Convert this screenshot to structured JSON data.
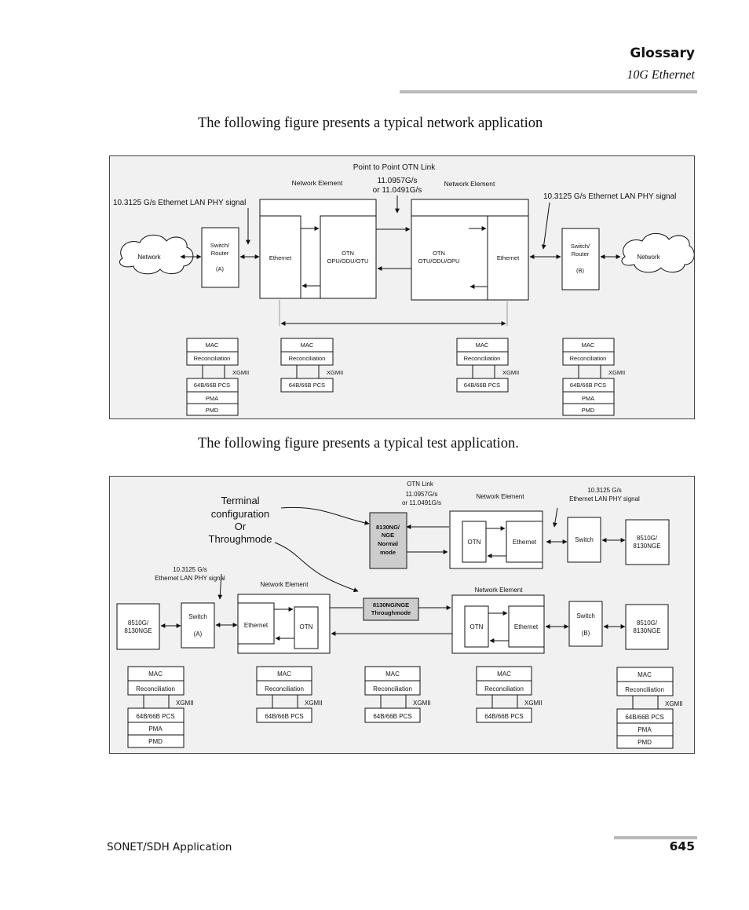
{
  "header": {
    "title": "Glossary",
    "subtitle": "10G Ethernet"
  },
  "captions": {
    "network": "The following figure presents a typical network application",
    "test": "The following figure presents a typical test application."
  },
  "fig1": {
    "title": "Point to Point OTN Link",
    "rate_line1": "11.0957G/s",
    "rate_line2": "or 11.0491G/s",
    "ne_left": "Network Element",
    "ne_right": "Network Element",
    "lan_left": "10.3125 G/s Ethernet LAN PHY signal",
    "lan_right": "10.3125 G/s Ethernet LAN PHY signal",
    "network": "Network",
    "switch_router_l1": "Switch/",
    "switch_router_l2": "Router",
    "switch_a": "(A)",
    "switch_b": "(B)",
    "ethernet": "Ethernet",
    "otn": "OTN",
    "otn_left_stack": "OPU/ODU/OTU",
    "otn_right_stack": "OTU/ODU/OPU",
    "layers": {
      "mac": "MAC",
      "rec": "Reconciliation",
      "xgmii": "XGMII",
      "pcs": "64B/66B PCS",
      "pma": "PMA",
      "pmd": "PMD"
    }
  },
  "fig2": {
    "terminal_l1": "Terminal",
    "terminal_l2": "configuration",
    "terminal_l3": "Or",
    "terminal_l4": "Throughmode",
    "otn_link": "OTN Link",
    "rate_line1": "11.0957G/s",
    "rate_line2": "or 11.0491G/s",
    "ne": "Network Element",
    "lan_l1": "10.3125 G/s",
    "lan_l2": "Ethernet LAN PHY signal",
    "normal_l1": "8130NG/",
    "normal_l2": "NGE",
    "normal_l3": "Normal",
    "normal_l4": "mode",
    "through_l1": "8130NG/NGE",
    "through_l2": "Throughmode",
    "tester_l1": "8510G/",
    "tester_l2": "8130NGE",
    "switch": "Switch",
    "switch_a": "(A)",
    "switch_b": "(B)",
    "otn": "OTN",
    "ethernet": "Ethernet",
    "layers": {
      "mac": "MAC",
      "rec": "Reconciliation",
      "xgmii": "XGMII",
      "pcs": "64B/66B PCS",
      "pma": "PMA",
      "pmd": "PMD"
    }
  },
  "footer": {
    "left": "SONET/SDH Application",
    "page": "645"
  }
}
